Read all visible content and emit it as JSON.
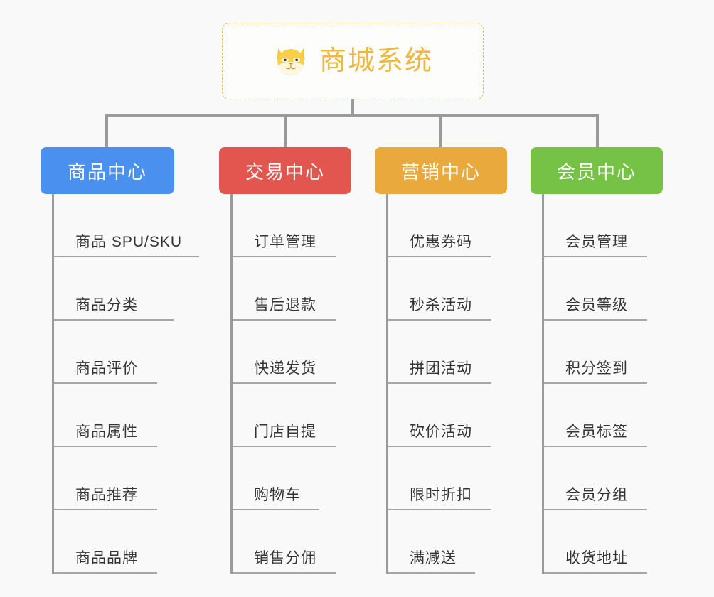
{
  "root": {
    "title": "商城系统",
    "icon": "shiba-dog-face-icon"
  },
  "theme": {
    "background": "#f9f9f9",
    "root_border": "#e8b84a",
    "root_text": "#eeb83c",
    "connector": "#9a9a9a",
    "rule": "#a6a6a6",
    "item_text": "#333333"
  },
  "columns": [
    {
      "title": "商品中心",
      "color": "#4a90ee",
      "rule_widths": [
        204,
        168,
        145,
        145,
        145,
        145
      ],
      "items": [
        "商品 SPU/SKU",
        "商品分类",
        "商品评价",
        "商品属性",
        "商品推荐",
        "商品品牌"
      ]
    },
    {
      "title": "交易中心",
      "color": "#e2564f",
      "rule_widths": [
        145,
        145,
        145,
        145,
        122,
        145
      ],
      "items": [
        "订单管理",
        "售后退款",
        "快递发货",
        "门店自提",
        "购物车",
        "销售分佣"
      ]
    },
    {
      "title": "营销中心",
      "color": "#eaa93c",
      "rule_widths": [
        145,
        145,
        145,
        145,
        145,
        122
      ],
      "items": [
        "优惠券码",
        "秒杀活动",
        "拼团活动",
        "砍价活动",
        "限时折扣",
        "满减送"
      ]
    },
    {
      "title": "会员中心",
      "color": "#76c246",
      "rule_widths": [
        145,
        145,
        145,
        145,
        145,
        145
      ],
      "items": [
        "会员管理",
        "会员等级",
        "积分签到",
        "会员标签",
        "会员分组",
        "收货地址"
      ]
    }
  ]
}
